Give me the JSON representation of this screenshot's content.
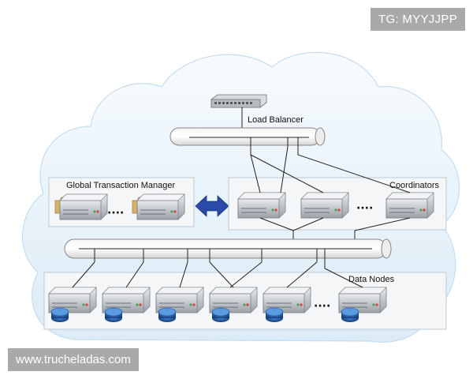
{
  "watermark": {
    "tag": "TG: MYYJJPP",
    "site": "www.trucheladas.com"
  },
  "labels": {
    "load_balancer": "Load Balancer",
    "gtm": "Global Transaction Manager",
    "coordinators": "Coordinators",
    "data_nodes": "Data Nodes"
  },
  "colors": {
    "cloud_fill": "#e6f3fb",
    "cloud_stroke": "#c5ddee",
    "arrow": "#2a4aa8",
    "db_cylinder": "#1e5fae",
    "server_body": "#c8ccd0",
    "folder": "#d8b26a"
  },
  "icons": {
    "switch": "network-switch-icon",
    "server": "server-icon",
    "database": "database-cylinder-icon",
    "folder": "folder-icon",
    "arrow": "double-arrow-icon"
  }
}
